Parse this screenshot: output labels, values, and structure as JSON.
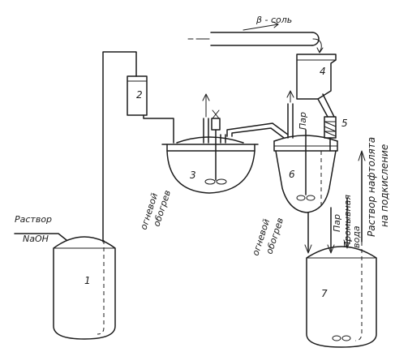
{
  "labels": {
    "b_salt": "β - соль",
    "naoh_solution_line1": "Раствор",
    "naoh_solution_line2": "NaOH",
    "steam_reactor": "Пар",
    "steam_receiver": "Пар",
    "wash_water_line1": "Промывная",
    "wash_water_line2": "вода",
    "naphtholate_solution_line1": "Раствор нафтолята",
    "naphtholate_solution_line2": "на подкисление",
    "fire_heating_left_line1": "огневой",
    "fire_heating_left_line2": "обогрев",
    "fire_heating_right_line1": "огневой",
    "fire_heating_right_line2": "обогрев"
  },
  "equipment_numbers": {
    "tank_1": "1",
    "measuring_tank_2": "2",
    "fusion_pot_3": "3",
    "hopper_4": "4",
    "feeder_5": "5",
    "fusion_pot_6": "6",
    "receiver_7": "7"
  }
}
